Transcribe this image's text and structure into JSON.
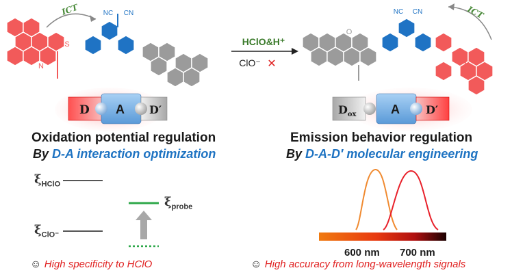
{
  "top": {
    "ict_left": "ICT",
    "ict_right": "ICT",
    "reagent_top": "HClO&H⁺",
    "reagent_bottom": "ClO⁻",
    "reagent_bottom_mark": "✕",
    "cn_a": "NC",
    "cn_b": "CN",
    "n_label": "N",
    "s_label": "S",
    "o_label": "O",
    "ring_marker": "I"
  },
  "modules": {
    "left": {
      "d": "D",
      "a": "A",
      "dprime": "D′"
    },
    "right": {
      "dox": "D",
      "dox_sub": "ox",
      "a": "A",
      "dprime": "D′"
    }
  },
  "headings": {
    "left_title": "Oxidation potential regulation",
    "left_sub_prefix": "By ",
    "left_sub_hl": "D-A interaction optimization",
    "right_title": "Emission behavior regulation",
    "right_sub_prefix": "By ",
    "right_sub_hl": "D-A-D′ molecular engineering"
  },
  "levels": {
    "xi": "ξ",
    "hclo_sub": "HClO",
    "clo_sub": "ClO⁻",
    "probe_sub": "probe"
  },
  "spectrum": {
    "tick_600": "600 nm",
    "tick_700": "700 nm"
  },
  "footer": {
    "left": "High specificity to HClO",
    "right": "High accuracy from long-wavelength signals",
    "smiley": "☺"
  },
  "colors": {
    "donor_red": "#f25a5a",
    "acceptor_blue": "#1f73c4",
    "gray": "#9b9b9b",
    "green_level": "#2ea84a",
    "orange_peak": "#f08a30",
    "red_peak": "#e8202a"
  }
}
